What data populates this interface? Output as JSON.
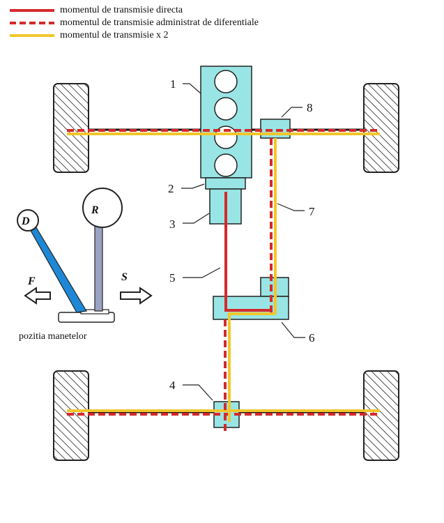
{
  "legend": [
    {
      "text": "momentul de transmisie directa",
      "style": "solid-red"
    },
    {
      "text": "momentul de transmisie administrat de diferentiale",
      "style": "dashed-red"
    },
    {
      "text": "momentul de transmisie x 2",
      "style": "solid-yellow"
    }
  ],
  "part_labels": {
    "p1": "1",
    "p2": "2",
    "p3": "3",
    "p4": "4",
    "p5": "5",
    "p6": "6",
    "p7": "7",
    "p8": "8"
  },
  "levers": {
    "lever_d": "D",
    "lever_r": "R",
    "arrow_f": "F",
    "arrow_s": "S",
    "caption": "pozitia manetelor"
  },
  "colors": {
    "component_fill": "#99e5e5",
    "direct_torque": "#d42a2a",
    "double_torque": "#f2c62c",
    "lever_d_fill": "#1e88d6",
    "lever_r_fill": "#9aa3c4"
  }
}
